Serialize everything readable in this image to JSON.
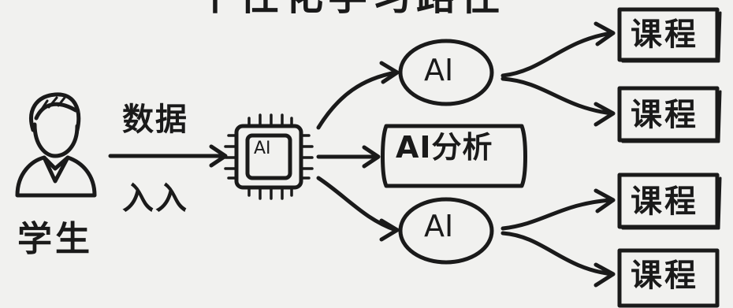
{
  "title": "个性化学习路径",
  "student": {
    "label": "学生",
    "icon": "student-person-icon"
  },
  "data_input": {
    "line1": "数据",
    "line2": "入入"
  },
  "processor": {
    "label": "AI",
    "icon": "ai-chip-icon"
  },
  "analysis": {
    "label": "AI分析"
  },
  "ai_nodes": [
    {
      "label": "AI"
    },
    {
      "label": "AI"
    }
  ],
  "courses": [
    {
      "label": "课程"
    },
    {
      "label": "课程"
    },
    {
      "label": "课程"
    },
    {
      "label": "课程"
    }
  ],
  "colors": {
    "background": "#f1f1ef",
    "ink": "#1a1a1a"
  }
}
